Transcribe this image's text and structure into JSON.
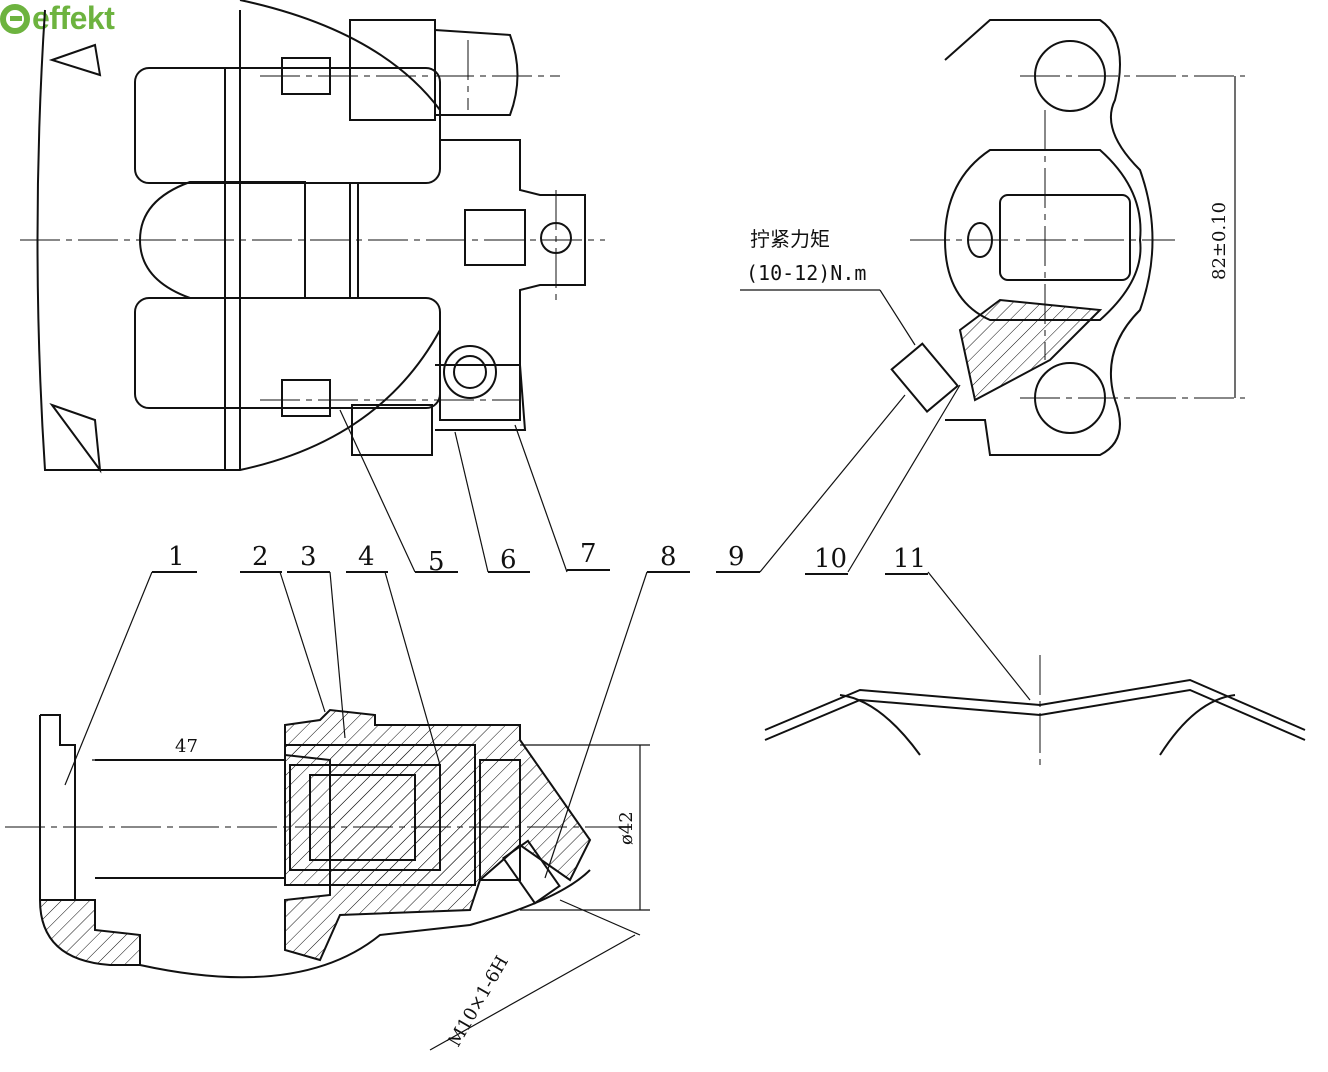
{
  "brand": {
    "name": "effekt",
    "color": "#6db33f"
  },
  "torque_note": {
    "title": "拧紧力矩",
    "value": "(10-12)N.m"
  },
  "part_labels": [
    "1",
    "2",
    "3",
    "4",
    "5",
    "6",
    "7",
    "8",
    "9",
    "10",
    "11"
  ],
  "dimensions": {
    "length": "47",
    "bore_diameter": "ø42",
    "thread": "M10×1-6H",
    "mount_spacing": "82±0.10"
  }
}
